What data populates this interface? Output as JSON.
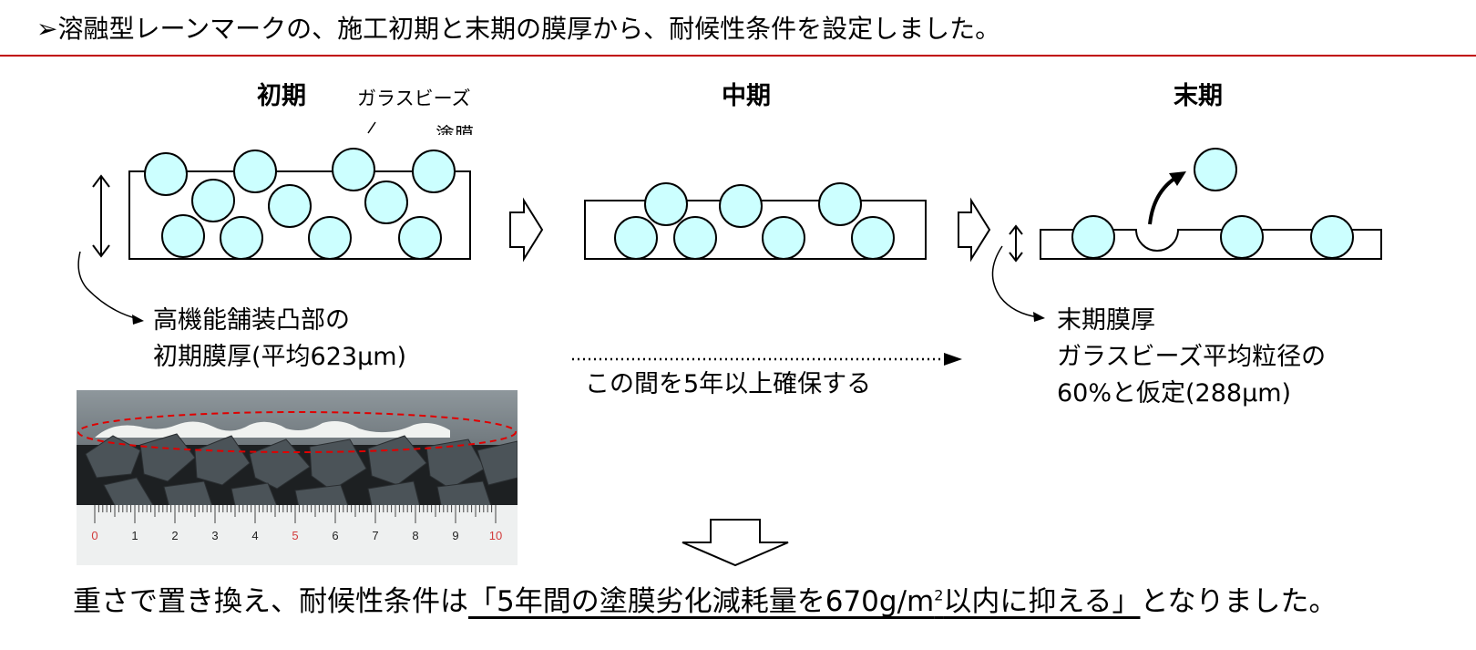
{
  "header": {
    "bullet": "➢",
    "text": "溶融型レーンマークの、施工初期と末期の膜厚から、耐候性条件を設定しました。"
  },
  "colors": {
    "rule": "#c00000",
    "bead_fill": "#ccffff",
    "ellipse": "#e00000"
  },
  "stages": {
    "early": "初期",
    "middle": "中期",
    "late": "末期"
  },
  "callouts": {
    "glass_beads": "ガラスビーズ",
    "paint_film": "塗膜",
    "initial_line1": "高機能舗装凸部の",
    "initial_line2": "初期膜厚(平均623μm)",
    "period": "この間を5年以上確保する",
    "late_line1": "末期膜厚",
    "late_line2": "ガラスビーズ平均粒径の",
    "late_line3": "60%と仮定(288μm)"
  },
  "photo": {
    "ruler_ticks": [
      "0",
      "1",
      "2",
      "3",
      "4",
      "5",
      "6",
      "7",
      "8",
      "9",
      "10"
    ]
  },
  "conclusion": {
    "before": "重さで置き換え、耐候性条件は",
    "highlight_a": "「5年間の塗膜劣化減耗量を670g/m",
    "highlight_sup": "2",
    "highlight_b": "以内に抑える」",
    "after": "となりました。"
  }
}
